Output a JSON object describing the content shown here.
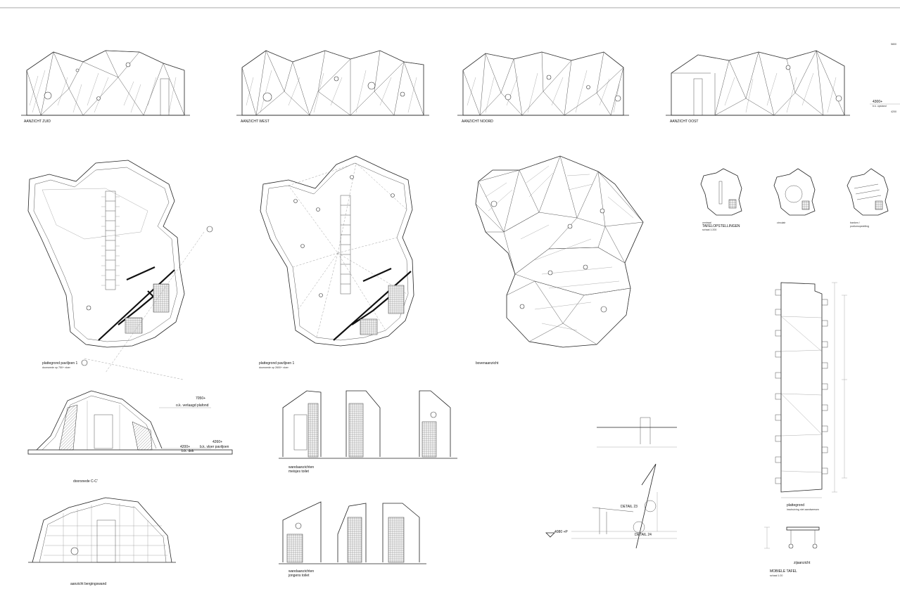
{
  "sheet": {
    "elevations": [
      {
        "label": "AANZICHT ZUID"
      },
      {
        "label": "AANZICHT WEST"
      },
      {
        "label": "AANZICHT NOORD"
      },
      {
        "label": "AANZICHT OOST"
      }
    ],
    "levels": {
      "top": "5800",
      "opstand": "4300+",
      "opstand_sub": "b.k. opstand",
      "right_small": "4200",
      "plafond": "7050+",
      "plafond_sub": "o.k. verlaagd plafond",
      "vloer": "4260+",
      "vloer_sub": "b.k. vloer paviljoen",
      "dek": "4200+",
      "dek_sub": "b.k. dek",
      "tafel": "4080 +P"
    },
    "plans": [
      {
        "title": "plattegrond paviljoen 1",
        "sub": "doorsnede op 750+ vloer"
      },
      {
        "title": "plattegrond paviljoen 1",
        "sub": "doorsnede op 2600+ vloer"
      },
      {
        "title": "bovenaanzicht",
        "sub": ""
      }
    ],
    "setups": [
      {
        "title": "centraal",
        "title2": "TAFELOPSTELLINGEN",
        "sub": "schaal 1:200"
      },
      {
        "title": "circulair",
        "title2": "",
        "sub": ""
      },
      {
        "title": "banken /",
        "title2": "podiumopstelling",
        "sub": ""
      }
    ],
    "sections": {
      "doorsnede": "doorsnede C-C'",
      "berging": "aanzicht bergingswand",
      "meisjes": "wandaanzichten",
      "meisjes2": "meisjes toilet",
      "jongens": "wandaanzichten",
      "jongens2": "jongens toilet"
    },
    "details": {
      "d23": "DETAIL 23",
      "d24": "DETAIL 24"
    },
    "table": {
      "plattegrond": "plattegrond",
      "plattegrond_sub": "inschuiving niet aandweesen",
      "zijaanzicht": "zijaanzicht",
      "mobiele": "MOBIELE TAFEL",
      "mobiele_sub": "schaal 1:20"
    }
  }
}
